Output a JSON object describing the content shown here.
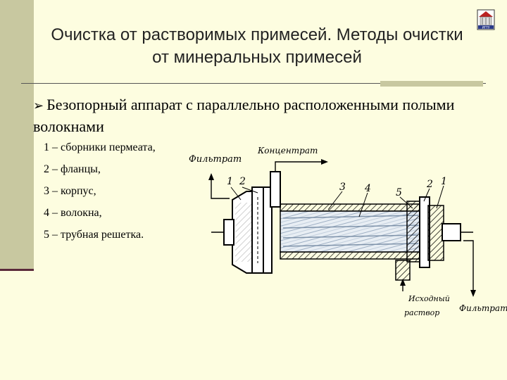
{
  "title": "Очистка от растворимых примесей. Методы очистки от минеральных примесей",
  "heading": "Безопорный аппарат с параллельно расположенными полыми волокнами",
  "legend": [
    {
      "number": "1",
      "label": "сборники пермеата,"
    },
    {
      "number": "2",
      "label": "фланцы,"
    },
    {
      "number": "3",
      "label": "корпус,"
    },
    {
      "number": "4",
      "label": "волокна,"
    },
    {
      "number": "5",
      "label": "трубная решетка."
    }
  ],
  "diagram": {
    "label_filtrate_left": "Фильтрат",
    "label_concentrate": "Концентрат",
    "label_source_line1": "Исходный",
    "label_source_line2": "раствор",
    "label_filtrate_right": "Фильтрат",
    "callouts": [
      "1",
      "2",
      "3",
      "4",
      "5",
      "2",
      "1"
    ]
  },
  "logo": {
    "text": "ИГТУ"
  }
}
